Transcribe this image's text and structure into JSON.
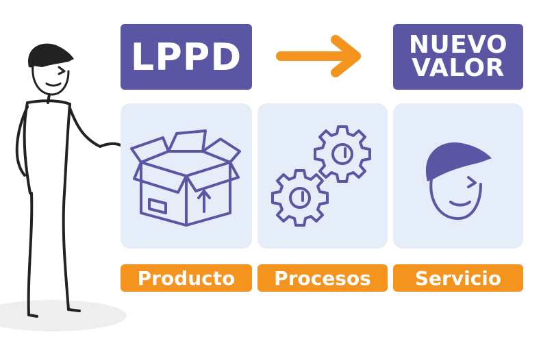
{
  "header": {
    "left_title": "LPPD",
    "right_title_line1": "NUEVO",
    "right_title_line2": "VALOR"
  },
  "panels": [
    {
      "icon": "open-box-icon",
      "label": "Producto"
    },
    {
      "icon": "gears-icon",
      "label": "Procesos"
    },
    {
      "icon": "face-with-cap-icon",
      "label": "Servicio"
    }
  ],
  "colors": {
    "brand_purple": "#5b56a4",
    "accent_orange": "#f5931f",
    "panel_background": "#e5edf8",
    "line_dark": "#222222"
  }
}
